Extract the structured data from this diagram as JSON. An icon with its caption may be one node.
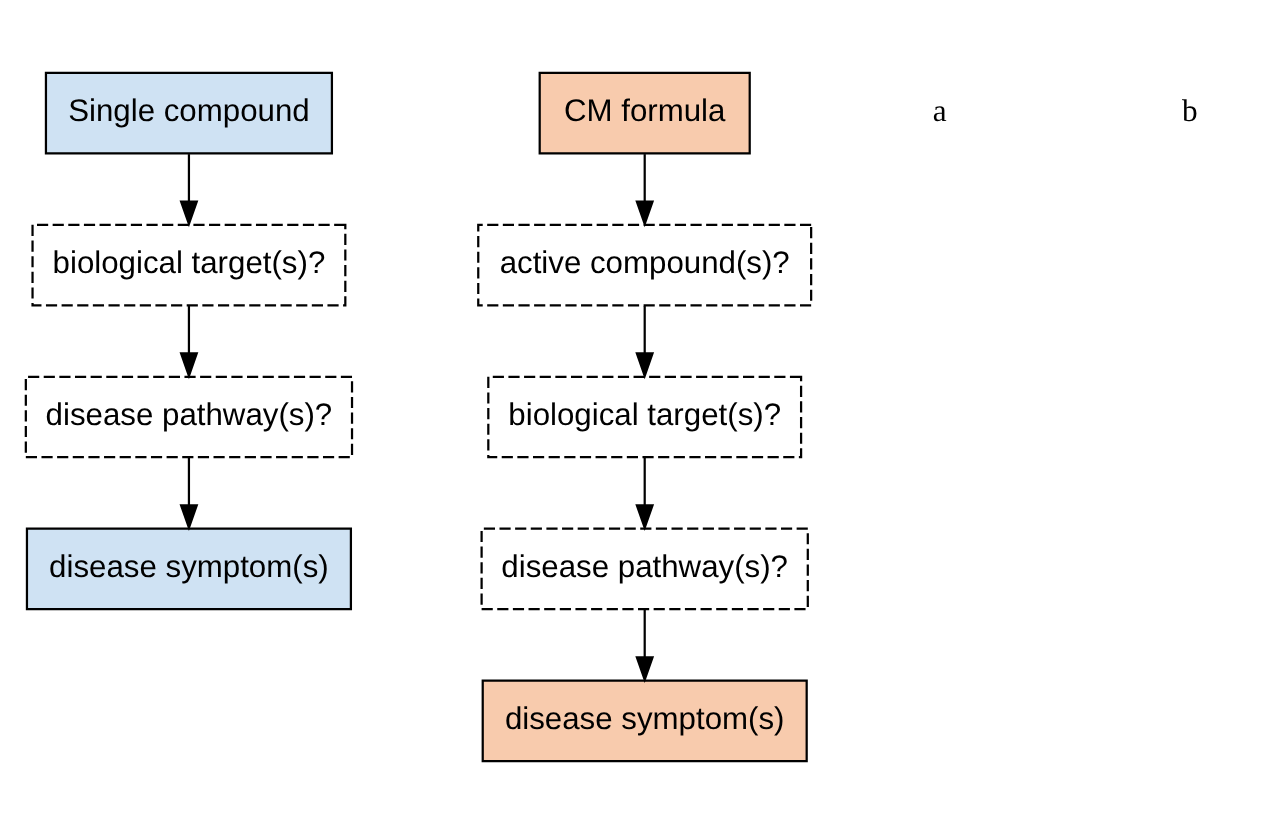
{
  "diagram": {
    "nodes": [
      {
        "text": [
          "Single compound"
        ]
      },
      {
        "text": [
          "biological target(s)?"
        ]
      },
      {
        "text": [
          "disease pathway(s)?"
        ]
      },
      {
        "text": [
          "disease symptom(s)"
        ]
      },
      {
        "text": [
          "CM formula"
        ]
      },
      {
        "text": [
          "active compound(s)?"
        ]
      },
      {
        "text": [
          "biological target(s)?"
        ]
      },
      {
        "text": [
          "disease pathway(s)?"
        ]
      },
      {
        "text": [
          "disease symptom(s)"
        ]
      }
    ],
    "edges": [
      {
        "from": 0,
        "to": 1,
        "arrow": "to"
      },
      {
        "from": 1,
        "to": 2,
        "arrow": "to"
      },
      {
        "from": 2,
        "to": 3,
        "arrow": "to"
      },
      {
        "from": 4,
        "to": 5,
        "arrow": "to"
      },
      {
        "from": 5,
        "to": 6,
        "arrow": "to"
      },
      {
        "from": 6,
        "to": 7,
        "arrow": "to"
      },
      {
        "from": 7,
        "to": 8,
        "arrow": "to"
      }
    ],
    "labels": [
      "a",
      "b"
    ]
  }
}
